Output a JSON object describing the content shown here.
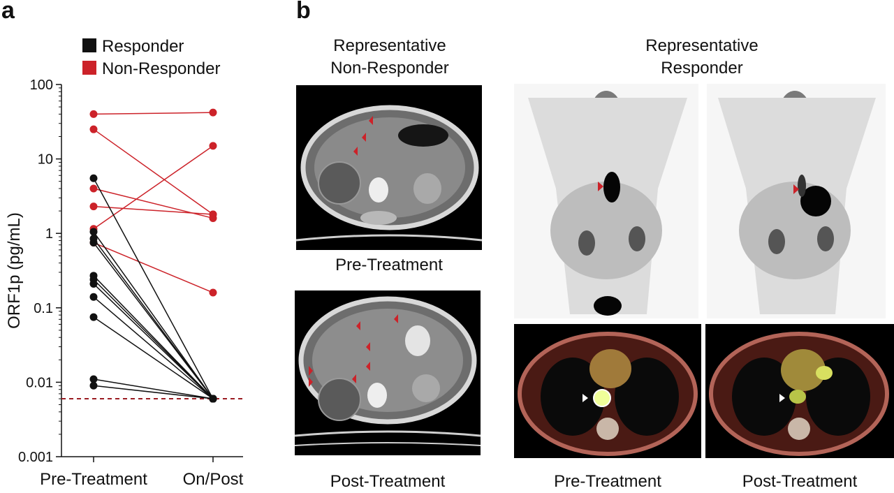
{
  "panel_a_letter": "a",
  "panel_b_letter": "b",
  "chart_data": {
    "type": "scatter",
    "subtype": "paired-points-log",
    "ylabel": "ORF1p (pg/mL)",
    "yscale": "log",
    "ylim": [
      0.001,
      100
    ],
    "y_ticks": [
      0.001,
      0.01,
      0.1,
      1,
      10,
      100
    ],
    "y_tick_labels": [
      "0.001",
      "0.01",
      "0.1",
      "1",
      "10",
      "100"
    ],
    "categories": [
      "Pre-Treatment",
      "On/Post"
    ],
    "legend": [
      {
        "label": "Responder",
        "color": "#111111"
      },
      {
        "label": "Non-Responder",
        "color": "#cc2229"
      }
    ],
    "legend_position": "top",
    "threshold": 0.006,
    "threshold_color": "#9b1c22",
    "series": [
      {
        "group": "Non-Responder",
        "color": "#cc2229",
        "values": [
          40,
          42
        ]
      },
      {
        "group": "Non-Responder",
        "color": "#cc2229",
        "values": [
          25,
          1.8
        ]
      },
      {
        "group": "Non-Responder",
        "color": "#cc2229",
        "values": [
          4,
          1.6
        ]
      },
      {
        "group": "Non-Responder",
        "color": "#cc2229",
        "values": [
          2.3,
          1.8
        ]
      },
      {
        "group": "Non-Responder",
        "color": "#cc2229",
        "values": [
          1.15,
          15
        ]
      },
      {
        "group": "Non-Responder",
        "color": "#cc2229",
        "values": [
          0.75,
          0.16
        ]
      },
      {
        "group": "Responder",
        "color": "#111111",
        "values": [
          5.5,
          0.006
        ]
      },
      {
        "group": "Responder",
        "color": "#111111",
        "values": [
          1.05,
          0.006
        ]
      },
      {
        "group": "Responder",
        "color": "#111111",
        "values": [
          0.85,
          0.006
        ]
      },
      {
        "group": "Responder",
        "color": "#111111",
        "values": [
          0.75,
          0.006
        ]
      },
      {
        "group": "Responder",
        "color": "#111111",
        "values": [
          0.27,
          0.006
        ]
      },
      {
        "group": "Responder",
        "color": "#111111",
        "values": [
          0.24,
          0.006
        ]
      },
      {
        "group": "Responder",
        "color": "#111111",
        "values": [
          0.21,
          0.006
        ]
      },
      {
        "group": "Responder",
        "color": "#111111",
        "values": [
          0.14,
          0.006
        ]
      },
      {
        "group": "Responder",
        "color": "#111111",
        "values": [
          0.075,
          0.006
        ]
      },
      {
        "group": "Responder",
        "color": "#111111",
        "values": [
          0.011,
          0.006
        ]
      },
      {
        "group": "Responder",
        "color": "#111111",
        "values": [
          0.009,
          0.006
        ]
      }
    ]
  },
  "panel_b": {
    "non_responder_title": "Representative\nNon-Responder",
    "responder_title": "Representative\nResponder",
    "ct_pre_label": "Pre-Treatment",
    "ct_post_label": "Post-Treatment",
    "pet_pre_label": "Pre-Treatment",
    "pet_post_label": "Post-Treatment"
  }
}
